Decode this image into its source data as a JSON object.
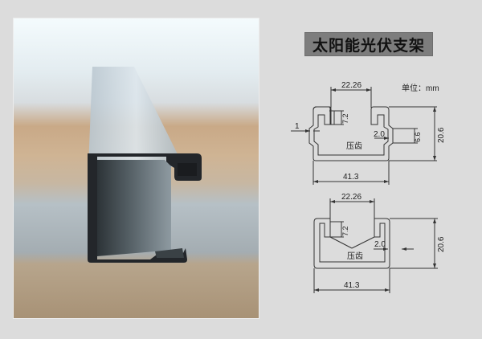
{
  "title": "太阳能光伏支架",
  "unit_label": "单位：mm",
  "photo": {
    "subject": "c-channel-profile-photo"
  },
  "profile_top": {
    "slot_width": "22.26",
    "lip_depth": "7.2",
    "wall_thickness": "1",
    "indent_depth": "2.0",
    "indent_height": "6.6",
    "height": "20.6",
    "width": "41.3",
    "label": "压齿"
  },
  "profile_bottom": {
    "slot_width": "22.26",
    "lip_depth": "7.2",
    "indent_depth": "2.0",
    "height": "20.6",
    "width": "41.3",
    "label": "压齿"
  },
  "colors": {
    "background": "#dcdcdc",
    "title_bg": "#7d7d7d",
    "line": "#333333"
  }
}
